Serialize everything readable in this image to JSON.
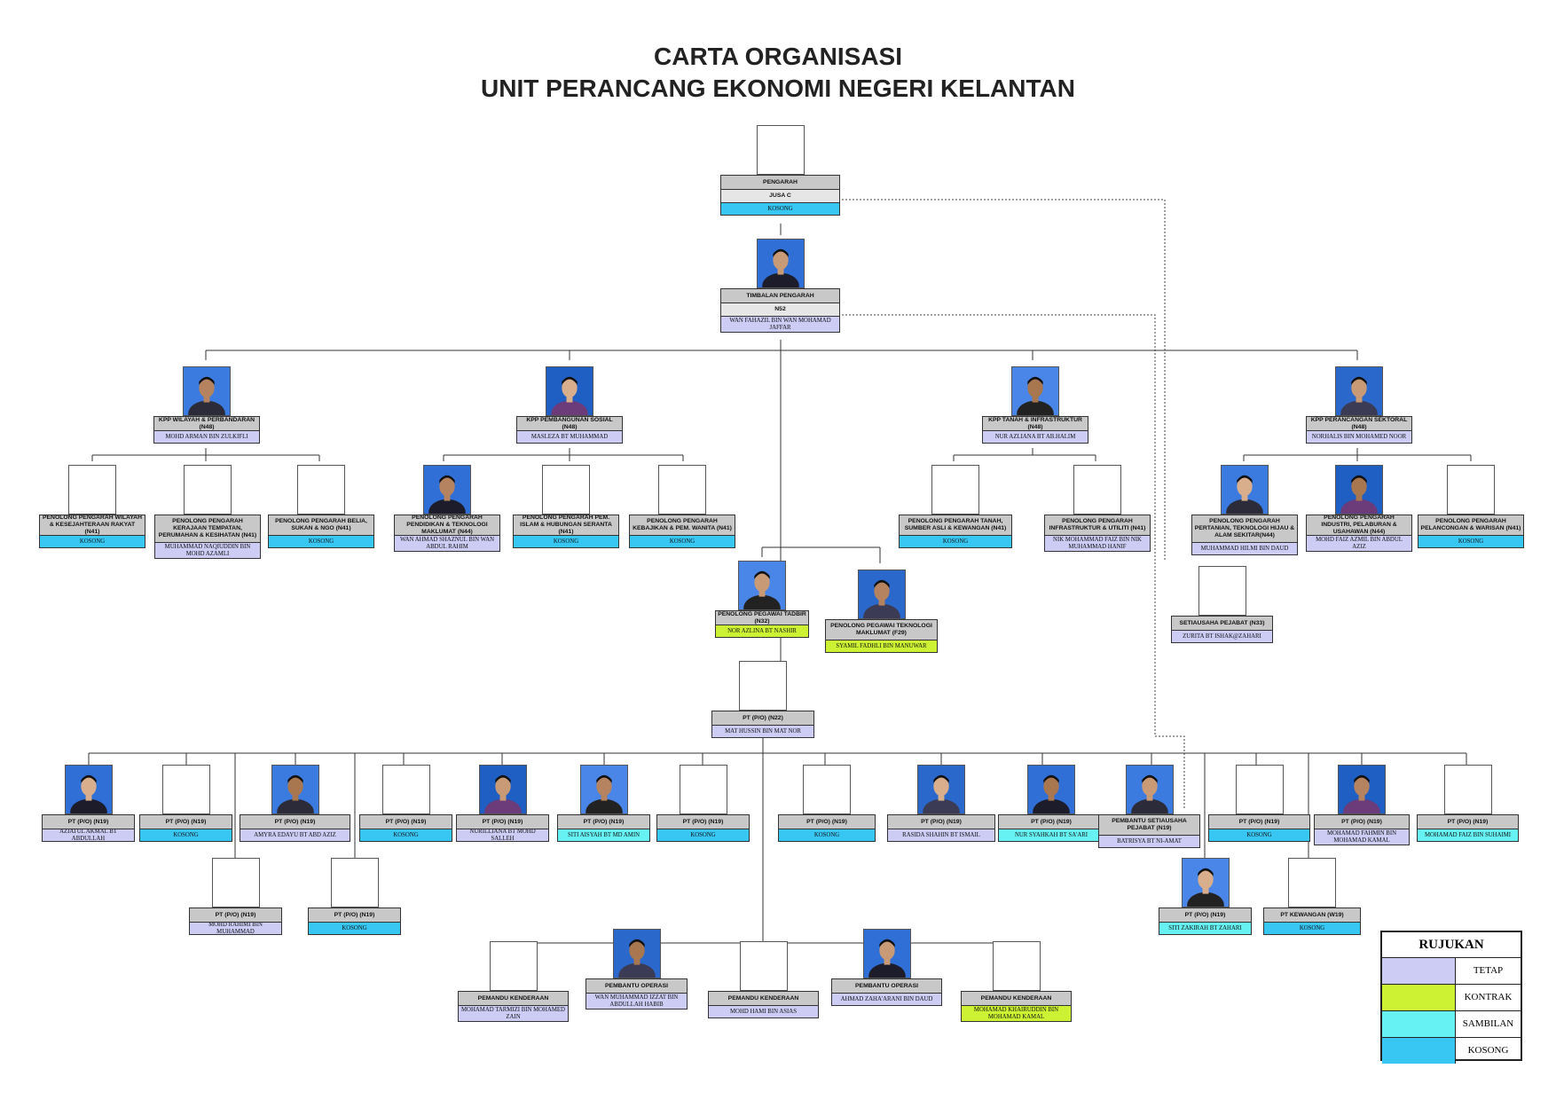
{
  "title": {
    "line1": "CARTA ORGANISASI",
    "line2": "UNIT PERANCANG EKONOMI NEGERI KELANTAN"
  },
  "colors": {
    "tetap": "#ccccf5",
    "kontrak": "#ccf233",
    "sambilan": "#66f2f2",
    "kosong": "#38c6f2",
    "header": "#c8c8c8",
    "grade": "#e6e6e6"
  },
  "cards": {
    "pengarah": {
      "role": "PENGARAH",
      "grade": "JUSA C",
      "name": "KOSONG",
      "status": "kosong"
    },
    "timbalan": {
      "role": "TIMBALAN PENGARAH",
      "grade": "N52",
      "name": "WAN FAHAZIL BIN WAN MOHAMAD JAFFAR",
      "status": "tetap"
    },
    "kpp1": {
      "role": "KPP WILAYAH & PERBANDARAN (N48)",
      "name": "MOHD ARMAN BIN ZULKIFLI",
      "status": "tetap"
    },
    "kpp2": {
      "role": "KPP PEMBANGUNAN SOSIAL (N48)",
      "name": "MASLEZA BT MUHAMMAD",
      "status": "tetap"
    },
    "kpp3": {
      "role": "KPP TANAH & INFRASTRUKTUR (N48)",
      "name": "NUR AZLIANA BT AB.HALIM",
      "status": "tetap"
    },
    "kpp4": {
      "role": "KPP PERANCANGAN SEKTORAL (N48)",
      "name": "NORHALIS BIN MOHAMED NOOR",
      "status": "tetap"
    },
    "pp1": {
      "role": "PENOLONG PENGARAH WILAYAH & KESEJAHTERAAN RAKYAT (N41)",
      "name": "KOSONG",
      "status": "kosong"
    },
    "pp2": {
      "role": "PENOLONG PENGARAH KERAJAAN TEMPATAN, PERUMAHAN & KESIHATAN (N41)",
      "name": "MUHAMMAD NAQIUDDIN BIN MOHD AZAMLI",
      "status": "tetap"
    },
    "pp3": {
      "role": "PENOLONG PENGARAH BELIA, SUKAN & NGO (N41)",
      "name": "KOSONG",
      "status": "kosong"
    },
    "pp4": {
      "role": "PENOLONG PENGARAH PENDIDIKAN & TEKNOLOGI MAKLUMAT (N44)",
      "name": "WAN AHMAD SHAZNUL BIN WAN ABDUL RAHIM",
      "status": "tetap"
    },
    "pp5": {
      "role": "PENOLONG PENGARAH PEM. ISLAM & HUBUNGAN SERANTA (N41)",
      "name": "KOSONG",
      "status": "kosong"
    },
    "pp6": {
      "role": "PENOLONG PENGARAH KEBAJIKAN & PEM. WANITA (N41)",
      "name": "KOSONG",
      "status": "kosong"
    },
    "pp7": {
      "role": "PENOLONG PENGARAH TANAH, SUMBER ASLI & KEWANGAN (N41)",
      "name": "KOSONG",
      "status": "kosong"
    },
    "pp8": {
      "role": "PENOLONG PENGARAH INFRASTRUKTUR & UTILITI (N41)",
      "name": "NIK MOHAMMAD FAIZ BIN NIK MUHAMMAD HANIF",
      "status": "tetap"
    },
    "pp9": {
      "role": "PENOLONG PENGARAH PERTANIAN, TEKNOLOGI HIJAU & ALAM SEKITAR(N44)",
      "name": "MUHAMMAD HILMI BIN DAUD",
      "status": "tetap"
    },
    "pp10": {
      "role": "PENOLONG PENGARAH INDUSTRI, PELABURAN & USAHAWAN (N44)",
      "name": "MOHD FAIZ AZMIL BIN ABDUL AZIZ",
      "status": "tetap"
    },
    "pp11": {
      "role": "PENOLONG PENGARAH PELANCONGAN & WARISAN (N41)",
      "name": "KOSONG",
      "status": "kosong"
    },
    "ppt": {
      "role": "PENOLONG PEGAWAI TADBIR (N32)",
      "name": "NOR AZLINA BT NASHIR",
      "status": "kontrak"
    },
    "pptm": {
      "role": "PENOLONG PEGAWAI TEKNOLOGI MAKLUMAT (F29)",
      "name": "SYAMIL FADHLI BIN MANUWAR",
      "status": "kontrak"
    },
    "sup": {
      "role": "SETIAUSAHA PEJABAT (N33)",
      "name": "ZURITA BT ISHAK@ZAHARI",
      "status": "tetap"
    },
    "pt22": {
      "role": "PT (P/O) (N22)",
      "name": "MAT HUSSIN BIN MAT NOR",
      "status": "tetap"
    },
    "c1": {
      "role": "PT (P/O) (N19)",
      "name": "AZIATUL AKMAL BT ABDULLAH",
      "status": "tetap"
    },
    "c2": {
      "role": "PT (P/O) (N19)",
      "name": "KOSONG",
      "status": "kosong"
    },
    "c3": {
      "role": "PT (P/O) (N19)",
      "name": "AMYRA EDAYU BT ABD AZIZ",
      "status": "tetap"
    },
    "c4": {
      "role": "PT (P/O) (N19)",
      "name": "KOSONG",
      "status": "kosong"
    },
    "c5": {
      "role": "PT (P/O) (N19)",
      "name": "NURILLIANA BT MOHD SALLEH",
      "status": "tetap"
    },
    "c6": {
      "role": "PT (P/O) (N19)",
      "name": "SITI AISYAH BT MD AMIN",
      "status": "sambilan"
    },
    "c7": {
      "role": "PT (P/O) (N19)",
      "name": "KOSONG",
      "status": "kosong"
    },
    "c8": {
      "role": "PT (P/O) (N19)",
      "name": "KOSONG",
      "status": "kosong"
    },
    "c9": {
      "role": "PT (P/O) (N19)",
      "name": "RASIDA SHAHIN BT ISMAIL",
      "status": "tetap"
    },
    "c10": {
      "role": "PT (P/O) (N19)",
      "name": "NUR SYAHKAH BT SA'ARI",
      "status": "sambilan"
    },
    "c11": {
      "role": "PEMBANTU SETIAUSAHA PEJABAT (N19)",
      "name": "BATRISYA BT NI-AMAT",
      "status": "tetap"
    },
    "c12": {
      "role": "PT (P/O) (N19)",
      "name": "KOSONG",
      "status": "kosong"
    },
    "c13": {
      "role": "PT (P/O) (N19)",
      "name": "MOHAMAD FAHMIN BIN MOHAMAD KAMAL",
      "status": "tetap"
    },
    "c14": {
      "role": "PT (P/O) (N19)",
      "name": "MOHAMAD FAIZ BIN SUHAIMI",
      "status": "sambilan"
    },
    "d1": {
      "role": "PT (P/O) (N19)",
      "name": "MOHD RAHIMI BIN MUHAMMAD",
      "status": "tetap"
    },
    "d2": {
      "role": "PT (P/O) (N19)",
      "name": "KOSONG",
      "status": "kosong"
    },
    "d3": {
      "role": "PT (P/O) (N19)",
      "name": "SITI ZAKIRAH BT ZAHARI",
      "status": "sambilan"
    },
    "d4": {
      "role": "PT KEWANGAN (W19)",
      "name": "KOSONG",
      "status": "kosong"
    },
    "e1": {
      "role": "PEMANDU KENDERAAN",
      "name": "MOHAMAD TARMIZI BIN MOHAMED ZAIN",
      "status": "tetap"
    },
    "e2": {
      "role": "PEMBANTU OPERASI",
      "name": "WAN MUHAMMAD IZZAT BIN ABDULLAH HABIB",
      "status": "tetap"
    },
    "e3": {
      "role": "PEMANDU KENDERAAN",
      "name": "MOHD HAMI BIN ASIAS",
      "status": "tetap"
    },
    "e4": {
      "role": "PEMBANTU OPERASI",
      "name": "AHMAD ZAHA'ARANI BIN DAUD",
      "status": "tetap"
    },
    "e5": {
      "role": "PEMANDU KENDERAAN",
      "name": "MOHAMAD KHAIRUDDIN BIN MOHAMAD KAMAL",
      "status": "kontrak"
    }
  },
  "legend": {
    "title": "RUJUKAN",
    "items": [
      {
        "label": "TETAP",
        "status": "tetap"
      },
      {
        "label": "KONTRAK",
        "status": "kontrak"
      },
      {
        "label": "SAMBILAN",
        "status": "sambilan"
      },
      {
        "label": "KOSONG",
        "status": "kosong"
      }
    ]
  }
}
